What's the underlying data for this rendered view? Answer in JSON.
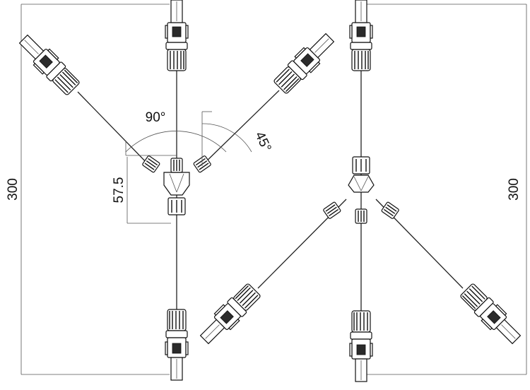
{
  "labels": {
    "height_left": "300",
    "height_right": "300",
    "angle_90": "90°",
    "angle_45": "45°",
    "offset": "57.5"
  }
}
